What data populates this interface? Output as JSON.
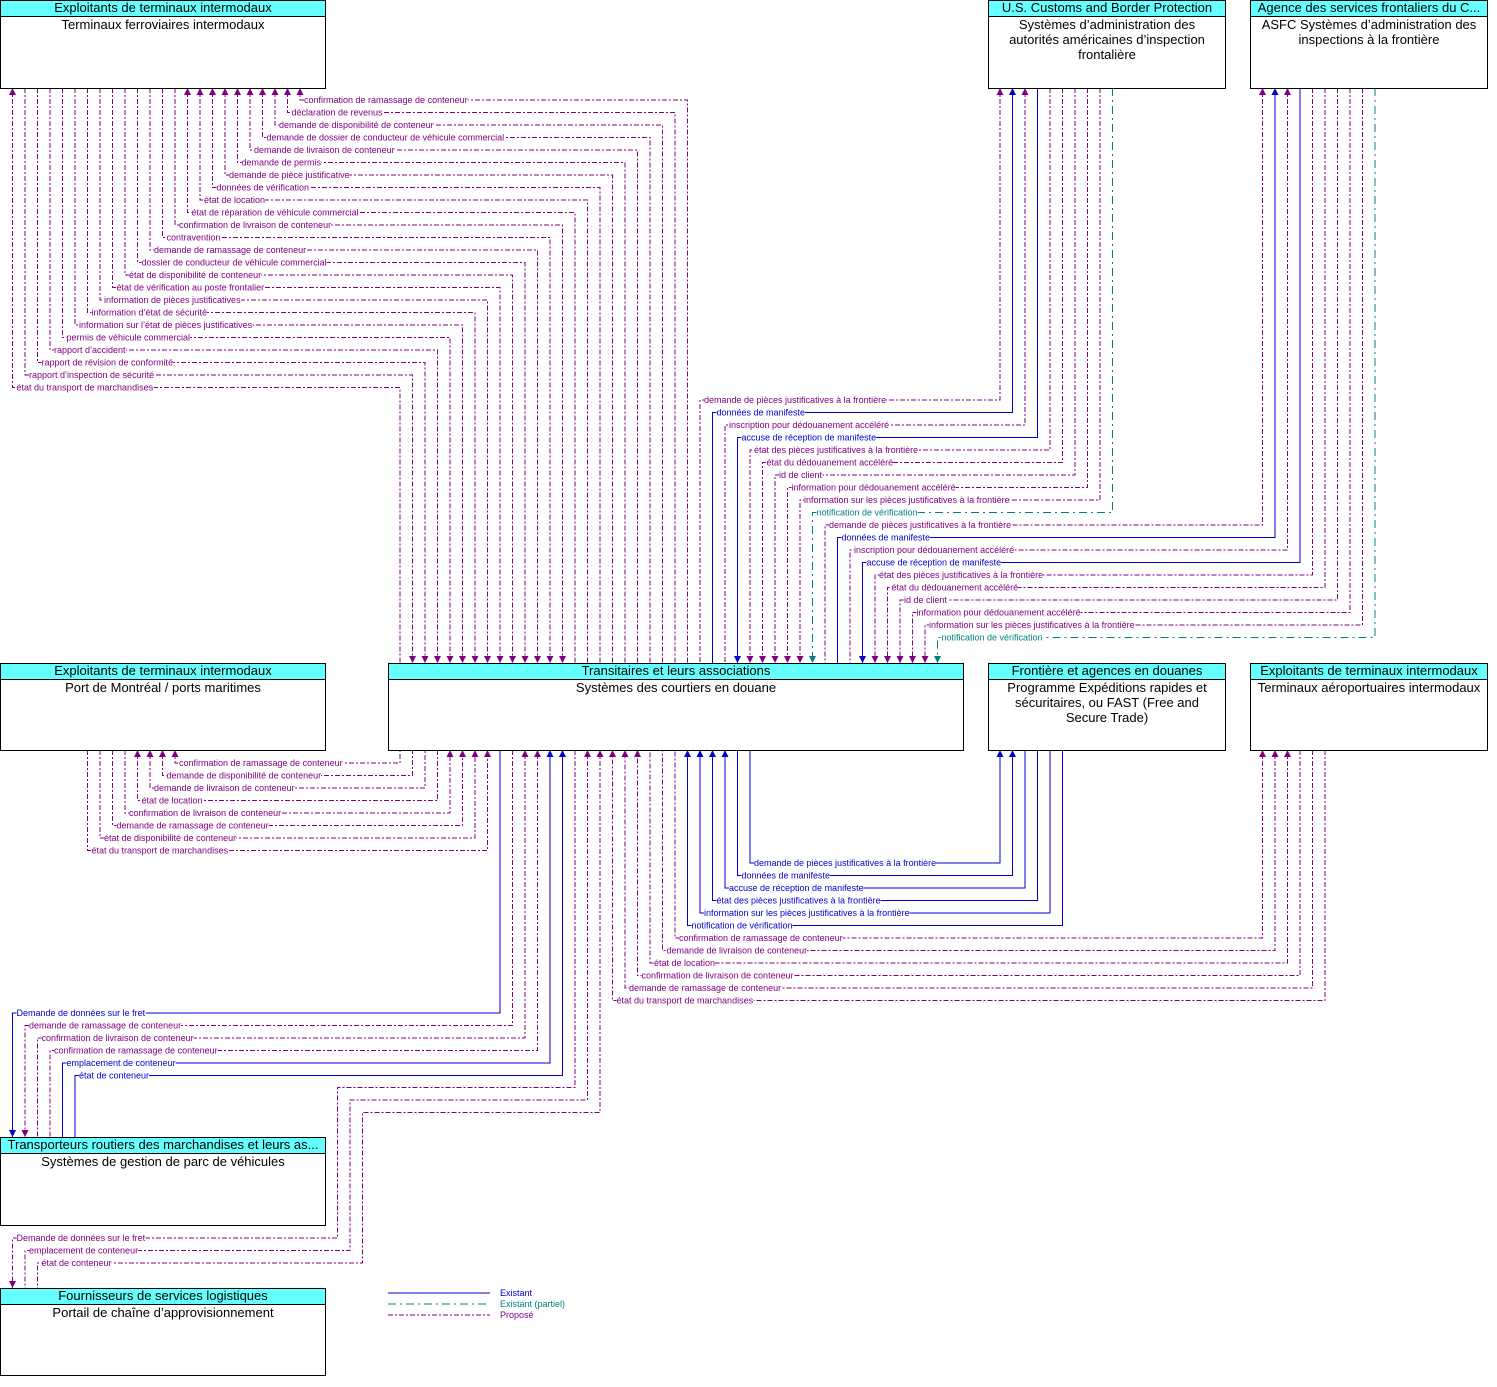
{
  "colors": {
    "existing": "#0000cc",
    "partial": "#008080",
    "proposed": "#800080"
  },
  "nodes": {
    "rail": {
      "header": "Exploitants de terminaux intermodaux",
      "name": "Terminaux ferroviaires intermodaux"
    },
    "cbp": {
      "header": "U.S. Customs and Border Protection",
      "name": "Systèmes d’administration des autorités américaines d’inspection frontalière"
    },
    "asfc": {
      "header": "Agence des services frontaliers du C...",
      "name": "ASFC Systèmes d’administration des inspections à la frontière"
    },
    "port": {
      "header": "Exploitants de terminaux intermodaux",
      "name": "Port de Montréal / ports maritimes"
    },
    "trans": {
      "header": "Transitaires et leurs associations",
      "name": "Systèmes des courtiers en douane"
    },
    "fast": {
      "header": "Frontière et agences en douanes",
      "name": "Programme Expéditions rapides et sécuritaires, ou FAST (Free and Secure Trade)"
    },
    "aero": {
      "header": "Exploitants de terminaux intermodaux",
      "name": "Terminaux aéroportuaires intermodaux"
    },
    "trucks": {
      "header": "Transporteurs routiers des marchandises et leurs as...",
      "name": "Systèmes de gestion de parc de véhicules"
    },
    "portal": {
      "header": "Fournisseurs de services logistiques",
      "name": "Portail de chaîne d’approvisionnement"
    }
  },
  "flows": {
    "rail": [
      {
        "label": "confirmation de ramassage de conteneur",
        "status": "proposed",
        "to": "ext"
      },
      {
        "label": "déclaration de revenus",
        "status": "proposed",
        "to": "ext"
      },
      {
        "label": "demande de disponibilité de conteneur",
        "status": "proposed",
        "to": "ext"
      },
      {
        "label": "demande de dossier de conducteur de véhicule commercial",
        "status": "proposed",
        "to": "ext"
      },
      {
        "label": "demande de livraison de conteneur",
        "status": "proposed",
        "to": "ext"
      },
      {
        "label": "demande de permis",
        "status": "proposed",
        "to": "ext"
      },
      {
        "label": "demande de pièce justificative",
        "status": "proposed",
        "to": "ext"
      },
      {
        "label": "données de vérification",
        "status": "proposed",
        "to": "ext"
      },
      {
        "label": "état de location",
        "status": "proposed",
        "to": "ext"
      },
      {
        "label": "état de réparation de véhicule commercial",
        "status": "proposed",
        "to": "ext"
      },
      {
        "label": "confirmation de livraison de conteneur",
        "status": "proposed",
        "to": "trans"
      },
      {
        "label": "contravention",
        "status": "proposed",
        "to": "trans"
      },
      {
        "label": "demande de ramassage de conteneur",
        "status": "proposed",
        "to": "trans"
      },
      {
        "label": "dossier de conducteur de véhicule commercial",
        "status": "proposed",
        "to": "trans"
      },
      {
        "label": "état de disponibilité de conteneur",
        "status": "proposed",
        "to": "trans"
      },
      {
        "label": "état de vérification au poste frontalier",
        "status": "proposed",
        "to": "trans"
      },
      {
        "label": "information de pièces justificatives",
        "status": "proposed",
        "to": "trans"
      },
      {
        "label": "information d’état de sécurité",
        "status": "proposed",
        "to": "trans"
      },
      {
        "label": "information sur l’état de pièces justificatives",
        "status": "proposed",
        "to": "trans"
      },
      {
        "label": "permis de véhicule commercial",
        "status": "proposed",
        "to": "trans"
      },
      {
        "label": "rapport d’accident",
        "status": "proposed",
        "to": "trans"
      },
      {
        "label": "rapport de révision de conformité",
        "status": "proposed",
        "to": "trans"
      },
      {
        "label": "rapport d’inspection de sécurité",
        "status": "proposed",
        "to": "trans"
      },
      {
        "label": "état du transport de marchandises",
        "status": "proposed",
        "to": "ext"
      }
    ],
    "cbp": [
      {
        "label": "demande de pièces justificatives à la frontière",
        "status": "proposed",
        "to": "ext"
      },
      {
        "label": "données de manifeste",
        "status": "existing",
        "to": "ext"
      },
      {
        "label": "inscription pour dédouanement accéléré",
        "status": "proposed",
        "to": "ext"
      },
      {
        "label": "accuse de réception de manifeste",
        "status": "existing",
        "to": "trans"
      },
      {
        "label": "état des pièces justificatives à la frontière",
        "status": "proposed",
        "to": "trans"
      },
      {
        "label": "état du dédouanement accéléré",
        "status": "proposed",
        "to": "trans"
      },
      {
        "label": "id de client",
        "status": "proposed",
        "to": "trans"
      },
      {
        "label": "information pour dédouanement accéléré",
        "status": "proposed",
        "to": "trans"
      },
      {
        "label": "information sur les pièces justificatives à la frontière",
        "status": "proposed",
        "to": "trans"
      },
      {
        "label": "notification de vérification",
        "status": "partial",
        "to": "trans"
      }
    ],
    "asfc": [
      {
        "label": "demande de pièces justificatives à la frontière",
        "status": "proposed",
        "to": "ext"
      },
      {
        "label": "données de manifeste",
        "status": "existing",
        "to": "ext"
      },
      {
        "label": "inscription pour dédouanement accéléré",
        "status": "proposed",
        "to": "ext"
      },
      {
        "label": "accuse de réception de manifeste",
        "status": "existing",
        "to": "trans"
      },
      {
        "label": "état des pièces justificatives à la frontière",
        "status": "proposed",
        "to": "trans"
      },
      {
        "label": "état du dédouanement accéléré",
        "status": "proposed",
        "to": "trans"
      },
      {
        "label": "id de client",
        "status": "proposed",
        "to": "trans"
      },
      {
        "label": "information pour dédouanement accéléré",
        "status": "proposed",
        "to": "trans"
      },
      {
        "label": "information sur les pièces justificatives à la frontière",
        "status": "proposed",
        "to": "trans"
      },
      {
        "label": "notification de vérification",
        "status": "partial",
        "to": "trans"
      }
    ],
    "port": [
      {
        "label": "confirmation de ramassage de conteneur",
        "status": "proposed",
        "to": "ext"
      },
      {
        "label": "demande de disponibilité de conteneur",
        "status": "proposed",
        "to": "ext"
      },
      {
        "label": "demande de livraison de conteneur",
        "status": "proposed",
        "to": "ext"
      },
      {
        "label": "état de location",
        "status": "proposed",
        "to": "ext"
      },
      {
        "label": "confirmation de livraison de conteneur",
        "status": "proposed",
        "to": "trans"
      },
      {
        "label": "demande de ramassage de conteneur",
        "status": "proposed",
        "to": "trans"
      },
      {
        "label": "état de disponibilité de conteneur",
        "status": "proposed",
        "to": "trans"
      },
      {
        "label": "état du transport de marchandises",
        "status": "proposed",
        "to": "trans"
      }
    ],
    "fast": [
      {
        "label": "demande de pièces justificatives à la frontière",
        "status": "existing",
        "to": "ext"
      },
      {
        "label": "données de manifeste",
        "status": "existing",
        "to": "ext"
      },
      {
        "label": "accuse de réception de manifeste",
        "status": "existing",
        "to": "trans"
      },
      {
        "label": "état des pièces justificatives à la frontière",
        "status": "existing",
        "to": "trans"
      },
      {
        "label": "information sur les pièces justificatives à la frontière",
        "status": "existing",
        "to": "trans"
      },
      {
        "label": "notification de vérification",
        "status": "existing",
        "to": "trans"
      }
    ],
    "aero": [
      {
        "label": "confirmation de ramassage de conteneur",
        "status": "proposed",
        "to": "ext"
      },
      {
        "label": "demande de livraison de conteneur",
        "status": "proposed",
        "to": "ext"
      },
      {
        "label": "état de location",
        "status": "proposed",
        "to": "ext"
      },
      {
        "label": "confirmation de livraison de conteneur",
        "status": "proposed",
        "to": "trans"
      },
      {
        "label": "demande de ramassage de conteneur",
        "status": "proposed",
        "to": "trans"
      },
      {
        "label": "état du transport de marchandises",
        "status": "proposed",
        "to": "trans"
      }
    ],
    "trucks": [
      {
        "label": "Demande de données sur le fret",
        "status": "existing",
        "to": "ext"
      },
      {
        "label": "demande de ramassage de conteneur",
        "status": "proposed",
        "to": "ext"
      },
      {
        "label": "confirmation de livraison de conteneur",
        "status": "proposed",
        "to": "trans"
      },
      {
        "label": "confirmation de ramassage de conteneur",
        "status": "proposed",
        "to": "trans"
      },
      {
        "label": "emplacement de conteneur",
        "status": "existing",
        "to": "trans"
      },
      {
        "label": "état de conteneur",
        "status": "existing",
        "to": "trans"
      }
    ],
    "portal": [
      {
        "label": "Demande de données sur le fret",
        "status": "proposed",
        "to": "ext"
      },
      {
        "label": "emplacement de conteneur",
        "status": "proposed",
        "to": "trans"
      },
      {
        "label": "état de conteneur",
        "status": "proposed",
        "to": "trans"
      }
    ]
  },
  "legend": {
    "existing": "Existant",
    "partial": "Existant (partiel)",
    "proposed": "Proposé"
  }
}
